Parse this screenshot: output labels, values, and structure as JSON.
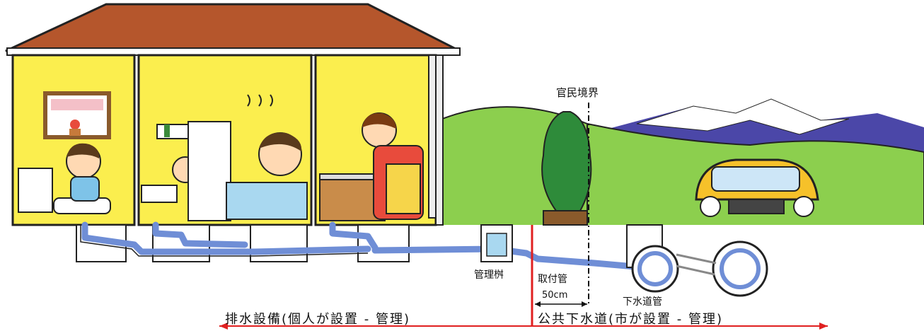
{
  "labels": {
    "boundary": "官民境界",
    "inspection_box": "管理桝",
    "connection_pipe": "取付管",
    "distance": "50cm",
    "sewer_main": "下水道管",
    "private_section": "排水設備(個人が設置 - 管理)",
    "public_section": "公共下水道(市が設置 - 管理)"
  },
  "colors": {
    "roof": "#b5562c",
    "wall": "#fbee4e",
    "pipe": "#6f8ed6",
    "boundary_line": "#e02020",
    "grass": "#8ccf4e"
  }
}
